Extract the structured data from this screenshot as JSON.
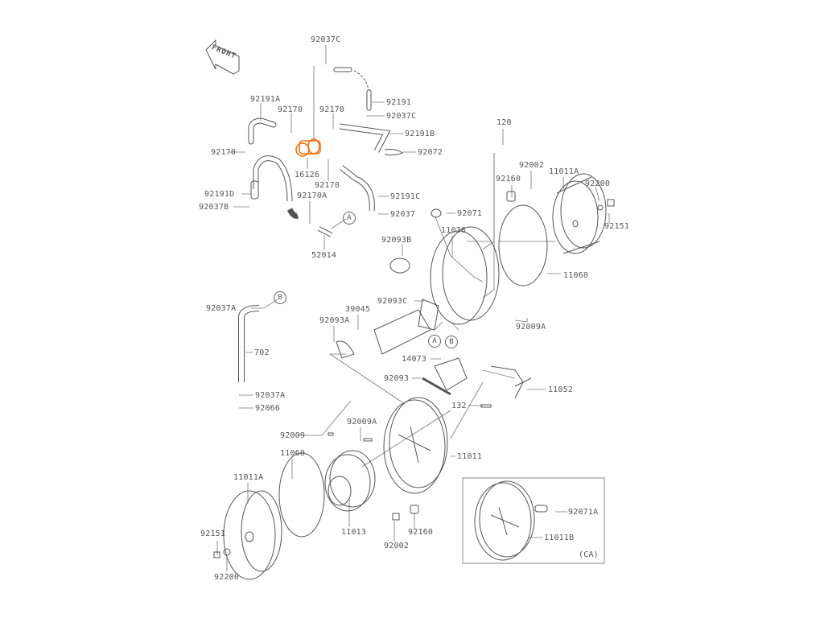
{
  "diagram": {
    "front_label": "FRONT",
    "variant_label": "(CA)",
    "highlight_color": "#ff6a00",
    "line_color": "#666666",
    "callouts": [
      "A",
      "B"
    ],
    "parts": [
      "92037C",
      "92191",
      "92037C",
      "92191B",
      "92072",
      "92191A",
      "92170",
      "92170",
      "92170",
      "16126",
      "92170",
      "92191D",
      "92037B",
      "92170A",
      "92191C",
      "92037",
      "52014",
      "120",
      "92160",
      "92002",
      "11011A",
      "92200",
      "92151",
      "92071",
      "92093B",
      "11038",
      "11060",
      "92009A",
      "92037A",
      "702",
      "92037A",
      "92066",
      "92093C",
      "39045",
      "92093A",
      "14073",
      "92093",
      "11052",
      "132",
      "92009",
      "92009A",
      "11011",
      "11060",
      "11011A",
      "11013",
      "92151",
      "92200",
      "92002",
      "92160",
      "92071A",
      "11011B"
    ]
  }
}
